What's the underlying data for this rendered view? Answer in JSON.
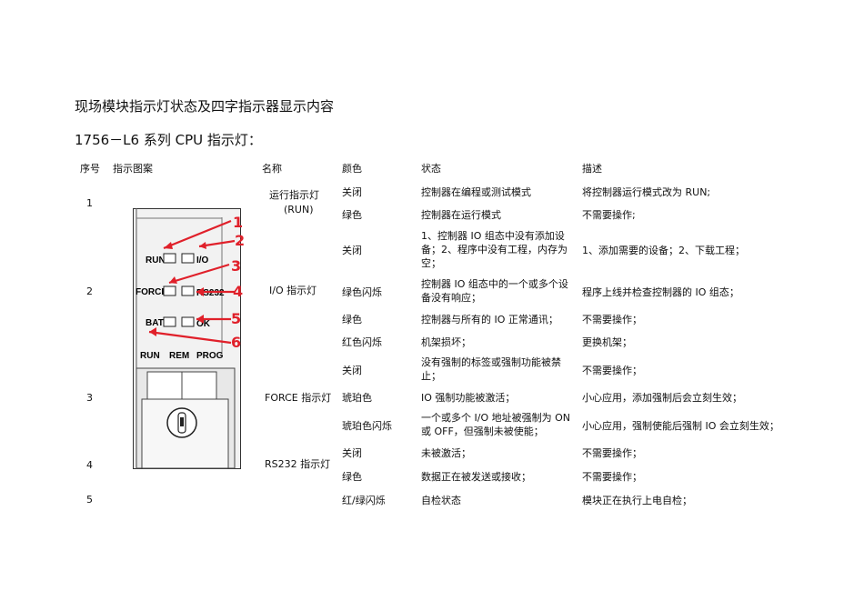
{
  "title": "现场模块指示灯状态及四字指示器显示内容",
  "subtitle": "1756－L6 系列 CPU 指示灯：",
  "headers": {
    "seq": "序号",
    "figure": "指示图案",
    "name": "名称",
    "color": "颜色",
    "state": "状态",
    "desc": "描述"
  },
  "seq_numbers": [
    "1",
    "2",
    "3",
    "4",
    "5"
  ],
  "names": {
    "run_line1": "运行指示灯",
    "run_line2": "(RUN)",
    "io": "I/O 指示灯",
    "force": "FORCE 指示灯",
    "rs232": "RS232 指示灯"
  },
  "rows": [
    {
      "color": "关闭",
      "state": "控制器在编程或测试模式",
      "desc": "将控制器运行模式改为 RUN;"
    },
    {
      "color": "绿色",
      "state": "控制器在运行模式",
      "desc": "不需要操作;"
    },
    {
      "color": "关闭",
      "state": "1、控制器 IO 组态中没有添加设备；2、程序中没有工程，内存为空；",
      "desc": "1、添加需要的设备；2、下载工程；"
    },
    {
      "color": "绿色闪烁",
      "state": "控制器 IO 组态中的一个或多个设备没有响应；",
      "desc": "程序上线并检查控制器的 IO 组态；"
    },
    {
      "color": "绿色",
      "state": "控制器与所有的 IO 正常通讯；",
      "desc": "不需要操作；"
    },
    {
      "color": "红色闪烁",
      "state": "机架损坏；",
      "desc": "更换机架；"
    },
    {
      "color": "关闭",
      "state": "没有强制的标签或强制功能被禁止；",
      "desc": "不需要操作；"
    },
    {
      "color": "琥珀色",
      "state": "IO 强制功能被激活；",
      "desc": "小心应用，添加强制后会立刻生效；"
    },
    {
      "color": "琥珀色闪烁",
      "state": "一个或多个 I/O 地址被强制为 ON 或 OFF，但强制未被使能；",
      "desc": "小心应用，强制使能后强制 IO 会立刻生效；"
    },
    {
      "color": "关闭",
      "state": "未被激活；",
      "desc": "不需要操作；"
    },
    {
      "color": "绿色",
      "state": "数据正在被发送或接收；",
      "desc": "不需要操作；"
    },
    {
      "color": "红/绿闪烁",
      "state": "自检状态",
      "desc": "模块正在执行上电自检；"
    }
  ],
  "figure": {
    "led_labels": [
      "RUN",
      "I/O",
      "FORCE",
      "RS232",
      "BAT",
      "OK"
    ],
    "mode_labels": [
      "RUN",
      "REM",
      "PROG"
    ],
    "callouts": [
      "1",
      "2",
      "3",
      "4",
      "5",
      "6"
    ],
    "callout_color": "#e0202a"
  }
}
